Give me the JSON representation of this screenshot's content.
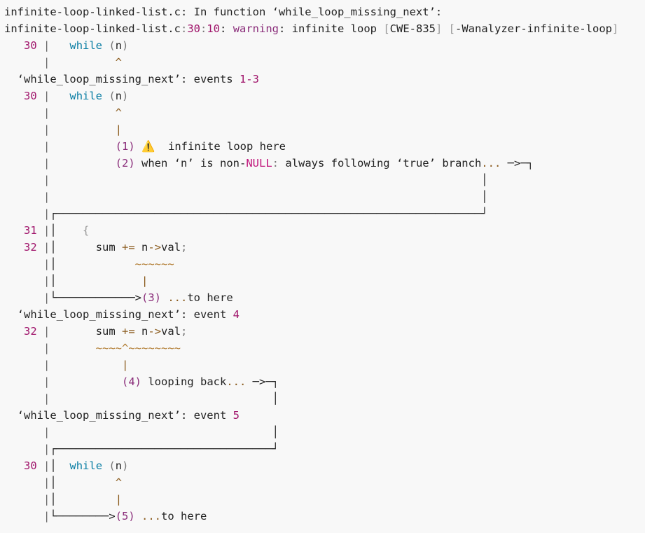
{
  "header": {
    "file": "infinite-loop-linked-list.c",
    "in_function": ": In function ",
    "function_quoted": "‘while_loop_missing_next’",
    "colon": ":",
    "loc_line": "30",
    "loc_col": "10",
    "warning_label": "warning",
    "warning_text": ": infinite loop ",
    "cwe_open": "[",
    "cwe": "CWE-835",
    "cwe_close": "]",
    "flag_open": " [",
    "flag": "-Wanalyzer-infinite-loop",
    "flag_close": "]"
  },
  "gutter_sep": "|",
  "code": {
    "while_kw": "while",
    "while_cond_open": " (",
    "while_var": "n",
    "while_cond_close": ")",
    "brace": "{",
    "sum": "sum ",
    "plus_eq": "+=",
    "n_arrow": " n",
    "arrow": "->",
    "val": "val",
    "semicolon": ";"
  },
  "sections": {
    "s1_title": "‘while_loop_missing_next’",
    "s1_events": ": events ",
    "s1_range": "1-3",
    "s2_title": "‘while_loop_missing_next’",
    "s2_events": ": event ",
    "s2_num": "4",
    "s3_title": "‘while_loop_missing_next’",
    "s3_events": ": event ",
    "s3_num": "5"
  },
  "line_numbers": {
    "l30": "30",
    "l31": "31",
    "l32": "32"
  },
  "events": {
    "e1_num": "(1)",
    "e1_icon": "⚠️",
    "e1_text": "infinite loop here",
    "e2_num": "(2)",
    "e2_text_a": " when ",
    "e2_var": "‘n’",
    "e2_text_b": " is non-",
    "e2_null": "NULL",
    "e2_colon": ":",
    "e2_text_c": " always following ",
    "e2_true": "‘true’",
    "e2_text_d": " branch",
    "e2_dots": "...",
    "e3_num": "(3)",
    "e3_dots": " ...",
    "e3_text": "to here",
    "e4_num": "(4)",
    "e4_text": " looping back",
    "e4_dots": "...",
    "e5_num": "(5)",
    "e5_dots": " ...",
    "e5_text": "to here"
  },
  "markers": {
    "caret": "^",
    "bar": "|",
    "tilde6": "~~~~~~",
    "tilde_caret": "~~~~^~~~~~~~~"
  }
}
